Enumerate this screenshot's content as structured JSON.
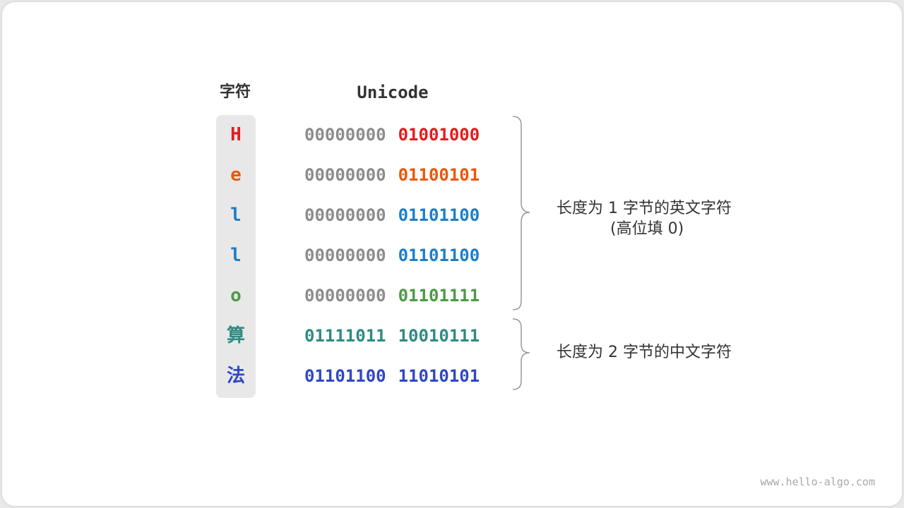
{
  "headers": {
    "char": "字符",
    "code": "Unicode"
  },
  "rows": [
    {
      "char": "H",
      "hi": "00000000",
      "lo": "01001000",
      "char_color": "#e21c1c",
      "hi_color": "#8c8c8c",
      "lo_color": "#e21c1c"
    },
    {
      "char": "e",
      "hi": "00000000",
      "lo": "01100101",
      "char_color": "#e8590c",
      "hi_color": "#8c8c8c",
      "lo_color": "#e8590c"
    },
    {
      "char": "l",
      "hi": "00000000",
      "lo": "01101100",
      "char_color": "#1c7ec8",
      "hi_color": "#8c8c8c",
      "lo_color": "#1c7ec8"
    },
    {
      "char": "l",
      "hi": "00000000",
      "lo": "01101100",
      "char_color": "#1c7ec8",
      "hi_color": "#8c8c8c",
      "lo_color": "#1c7ec8"
    },
    {
      "char": "o",
      "hi": "00000000",
      "lo": "01101111",
      "char_color": "#4c9a46",
      "hi_color": "#8c8c8c",
      "lo_color": "#4c9a46"
    },
    {
      "char": "算",
      "hi": "01111011",
      "lo": "10010111",
      "char_color": "#2e8b83",
      "hi_color": "#2e8b83",
      "lo_color": "#2e8b83"
    },
    {
      "char": "法",
      "hi": "01101100",
      "lo": "11010101",
      "char_color": "#2f47c4",
      "hi_color": "#2f47c4",
      "lo_color": "#2f47c4"
    }
  ],
  "notes": {
    "one_byte_line1": "长度为 1 字节的英文字符",
    "one_byte_line2": "(高位填 0)",
    "two_byte": "长度为 2 字节的中文字符"
  },
  "watermark": "www.hello-algo.com",
  "colors": {
    "brace": "#999999",
    "text": "#333333",
    "column_bg": "#e8e8e8"
  }
}
